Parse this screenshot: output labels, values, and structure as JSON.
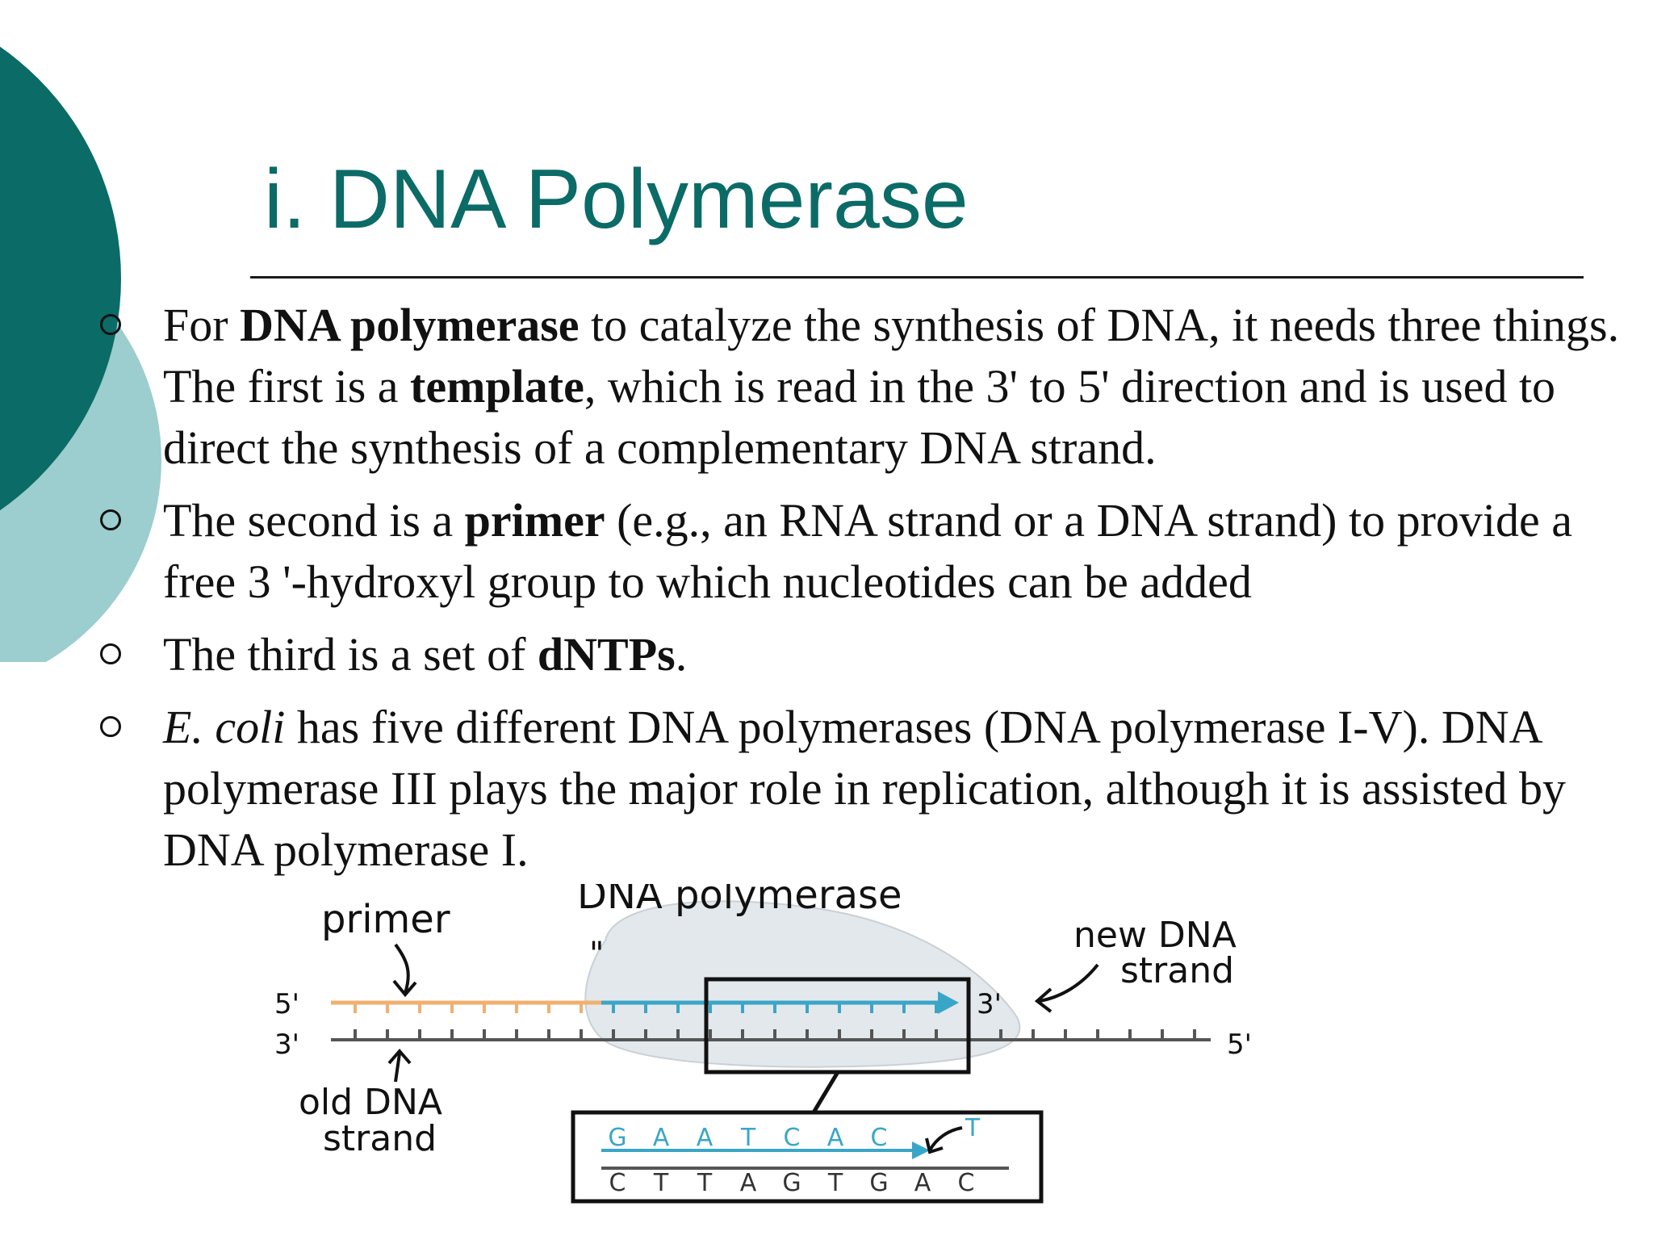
{
  "slide": {
    "title": "i. DNA Polymerase",
    "bullets": [
      {
        "segments": [
          {
            "text": "For ",
            "style": "normal"
          },
          {
            "text": "DNA polymerase",
            "style": "bold"
          },
          {
            "text": " to catalyze the synthesis of DNA, it needs three things. The first is a ",
            "style": "normal"
          },
          {
            "text": "template",
            "style": "bold"
          },
          {
            "text": ", which is read in the 3' to 5' direction and is used to direct the synthesis of a complementary DNA strand.",
            "style": "normal"
          }
        ]
      },
      {
        "segments": [
          {
            "text": "The second is a ",
            "style": "normal"
          },
          {
            "text": "primer",
            "style": "bold"
          },
          {
            "text": " (e.g., an RNA strand or a DNA strand) to provide a free 3 '-hydroxyl group to which nucleotides can be added",
            "style": "normal"
          }
        ]
      },
      {
        "segments": [
          {
            "text": "The third is a set of ",
            "style": "normal"
          },
          {
            "text": "dNTPs",
            "style": "bold"
          },
          {
            "text": ".",
            "style": "normal"
          }
        ]
      },
      {
        "segments": [
          {
            "text": "E.  coli",
            "style": "italic"
          },
          {
            "text": " has five different  DNA polymerases (DNA  polymerase I-V). DNA polymerase III plays the major role in replication, although it is assisted by DNA polymerase I.",
            "style": "normal"
          }
        ]
      }
    ]
  },
  "diagram": {
    "label_primer": "primer",
    "label_polymerase": "DNA polymerase",
    "label_new_strand_1": "new DNA",
    "label_new_strand_2": "strand",
    "label_old_strand_1": "old DNA",
    "label_old_strand_2": "strand",
    "end_5_top": "5'",
    "end_3_top": "3'",
    "end_3_bottom": "3'",
    "end_5_bottom": "5'",
    "ditto": "\"",
    "new_strand_bases": [
      "G",
      "A",
      "A",
      "T",
      "C",
      "A",
      "C"
    ],
    "incoming_base": "T",
    "template_bases": [
      "C",
      "T",
      "T",
      "A",
      "G",
      "T",
      "G",
      "A",
      "C"
    ]
  },
  "colors": {
    "title": "#0b6b67",
    "circle_dark": "#0b6b67",
    "circle_light": "#9ccdcf",
    "primer": "#f0b070",
    "new_strand": "#3aa6c7",
    "polymerase_blob": "#e3e8ec"
  }
}
